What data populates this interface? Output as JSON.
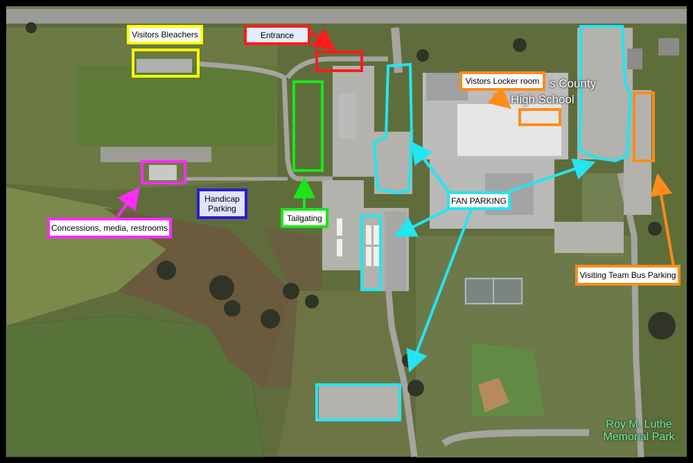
{
  "map": {
    "school_name_line1": "s County",
    "school_name_line2": "High School",
    "park_name_line1": "Roy M. Luthe",
    "park_name_line2": "Memorial Park"
  },
  "annotations": {
    "visitors_bleachers": {
      "label": "Visitors Bleachers",
      "color": "#ffff00"
    },
    "entrance": {
      "label": "Entrance",
      "color": "#ff1a1a"
    },
    "concessions": {
      "label": "Concessions, media, restrooms",
      "color": "#ff2bff"
    },
    "handicap": {
      "label": "Handicap Parking",
      "color": "#2a1bd9"
    },
    "tailgating": {
      "label": "Tailgating",
      "color": "#19e619"
    },
    "fan_parking": {
      "label": "FAN PARKING",
      "color": "#22e6f0"
    },
    "visitors_locker_room": {
      "label": "Vistors Locker room",
      "color": "#ff8c1a"
    },
    "visiting_team_bus": {
      "label": "Visiting Team Bus Parking",
      "color": "#ff8c1a"
    }
  }
}
